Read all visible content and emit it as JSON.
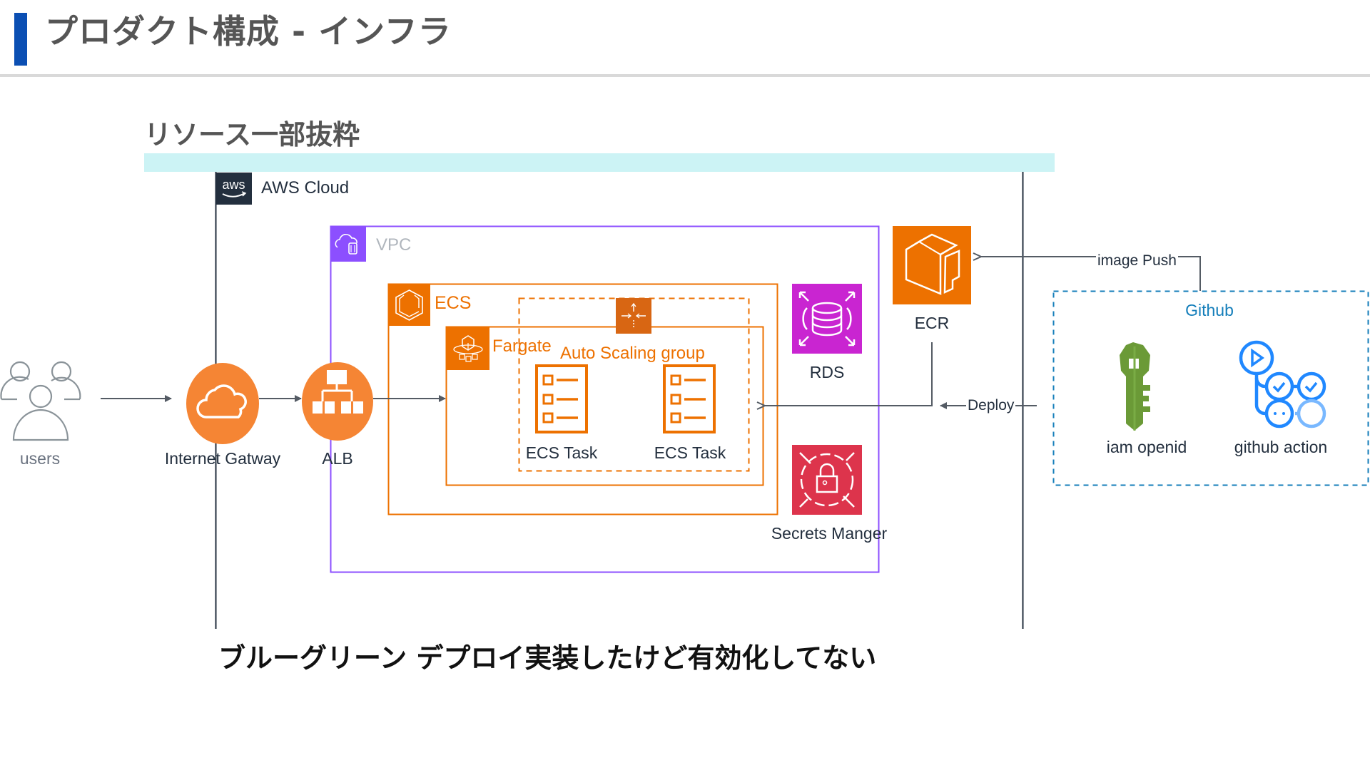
{
  "header": {
    "title": "プロダクト構成 - インフラ",
    "accent_color": "#0b4fb3"
  },
  "section": {
    "title": "リソース一部抜粋",
    "band_color": "#ccf3f5"
  },
  "diagram": {
    "groups": {
      "aws_cloud": {
        "label": "AWS Cloud",
        "logo_text": "aws",
        "color": "#232f3e"
      },
      "vpc": {
        "label": "VPC",
        "color": "#8c4fff"
      },
      "ecs": {
        "label": "ECS",
        "color": "#ed7100"
      },
      "fargate": {
        "label": "Fargate",
        "color": "#ed7100"
      },
      "auto_scaling_group": {
        "label": "Auto Scaling group",
        "color": "#ed7100"
      },
      "github": {
        "label": "Github",
        "color": "#147eba"
      }
    },
    "nodes": {
      "users": {
        "label": "users",
        "icon": "users-icon"
      },
      "internet_gateway": {
        "label": "Internet Gatway",
        "icon": "cloud-icon",
        "color": "#f58534"
      },
      "alb": {
        "label": "ALB",
        "icon": "load-balancer-icon",
        "color": "#f58534"
      },
      "ecs_task_1": {
        "label": "ECS Task",
        "icon": "ecs-task-icon"
      },
      "ecs_task_2": {
        "label": "ECS Task",
        "icon": "ecs-task-icon"
      },
      "rds": {
        "label": "RDS",
        "icon": "rds-icon",
        "color": "#c925d1"
      },
      "secrets_manager": {
        "label": "Secrets Manger",
        "icon": "secrets-manager-icon",
        "color": "#dd344c"
      },
      "ecr": {
        "label": "ECR",
        "icon": "ecr-icon",
        "color": "#ed7100"
      },
      "iam_openid": {
        "label": "iam openid",
        "icon": "key-icon",
        "color": "#6b9a37"
      },
      "github_action": {
        "label": "github action",
        "icon": "github-actions-icon",
        "color": "#2088ff"
      }
    },
    "edges": {
      "image_push": {
        "label": "image Push",
        "from": "github",
        "to": "ecr"
      },
      "deploy": {
        "label": "Deploy",
        "from": "github",
        "to": "fargate"
      },
      "users_to_igw": {
        "from": "users",
        "to": "internet_gateway"
      },
      "igw_to_alb": {
        "from": "internet_gateway",
        "to": "alb"
      },
      "alb_to_fargate": {
        "from": "alb",
        "to": "fargate"
      },
      "ecr_to_fargate": {
        "from": "ecr",
        "to": "fargate"
      }
    }
  },
  "footer": {
    "note": "ブルーグリーン デプロイ実装したけど有効化してない"
  }
}
